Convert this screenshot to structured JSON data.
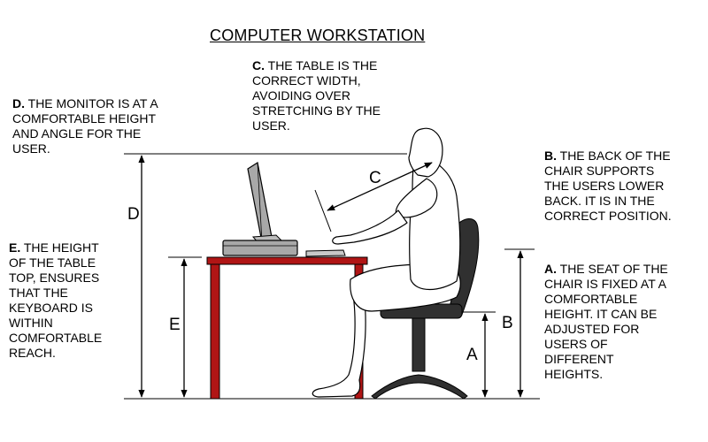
{
  "title": "COMPUTER WORKSTATION",
  "notes": {
    "c": {
      "letter": "C.",
      "text": " THE TABLE IS THE\nCORRECT WIDTH,\nAVOIDING OVER\nSTRETCHING BY THE\nUSER."
    },
    "d": {
      "letter": "D.",
      "text": " THE MONITOR IS AT A\nCOMFORTABLE HEIGHT\nAND ANGLE FOR THE\nUSER."
    },
    "b": {
      "letter": "B.",
      "text": " THE BACK OF THE\nCHAIR SUPPORTS\nTHE USERS LOWER\nBACK. IT IS IN THE\nCORRECT POSITION."
    },
    "e": {
      "letter": "E.",
      "text": " THE HEIGHT\nOF THE TABLE\nTOP, ENSURES\nTHAT THE\nKEYBOARD IS\nWITHIN\nCOMFORTABLE\nREACH."
    },
    "a": {
      "letter": "A.",
      "text": " THE SEAT OF THE\nCHAIR IS FIXED AT A\nCOMFORTABLE\nHEIGHT. IT CAN BE\nADJUSTED FOR\nUSERS OF\nDIFFERENT\nHEIGHTS."
    }
  },
  "dimension_labels": {
    "a": "A",
    "b": "B",
    "c": "C",
    "d": "D",
    "e": "E"
  },
  "colors": {
    "table": "#b01515",
    "chair": "#303030",
    "monitor": "#a8a8a8"
  }
}
